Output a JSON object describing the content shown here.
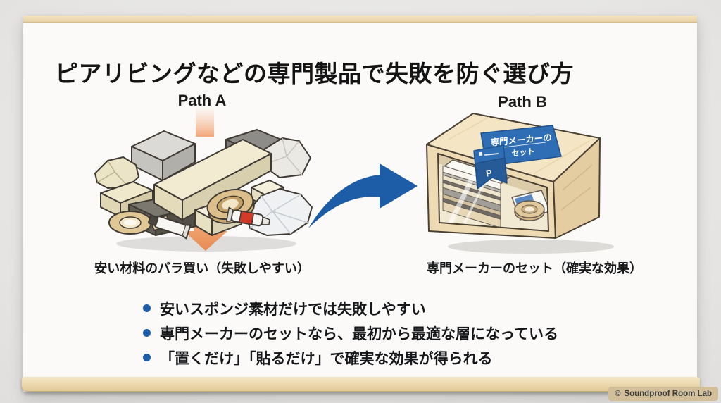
{
  "slide": {
    "title": "ピアリビングなどの専門製品で失敗を防ぐ選び方",
    "path_a": {
      "label": "Path A",
      "caption": "安い材料のバラ買い（失敗しやすい）"
    },
    "path_b": {
      "label": "Path B",
      "caption": "専門メーカーのセット（確実な効果）",
      "box_tag": {
        "line1": "専門メーカーの",
        "line2": "セット",
        "logo": "P"
      }
    },
    "bullets": [
      "安いスポンジ素材だけでは失敗しやすい",
      "専門メーカーのセットなら、最初から最適な層になっている",
      "「置くだけ」「貼るだけ」で確実な効果が得られる"
    ],
    "footer": {
      "copyright_symbol": "©",
      "watermark": "Soundproof Room Lab"
    },
    "colors": {
      "accent_blue": "#1d5da7",
      "label_blue": "#2f6eb4",
      "arrow_orange": "#ee9a64",
      "wood": "#eedbb4",
      "background_gray": "#e8e7e5"
    }
  }
}
